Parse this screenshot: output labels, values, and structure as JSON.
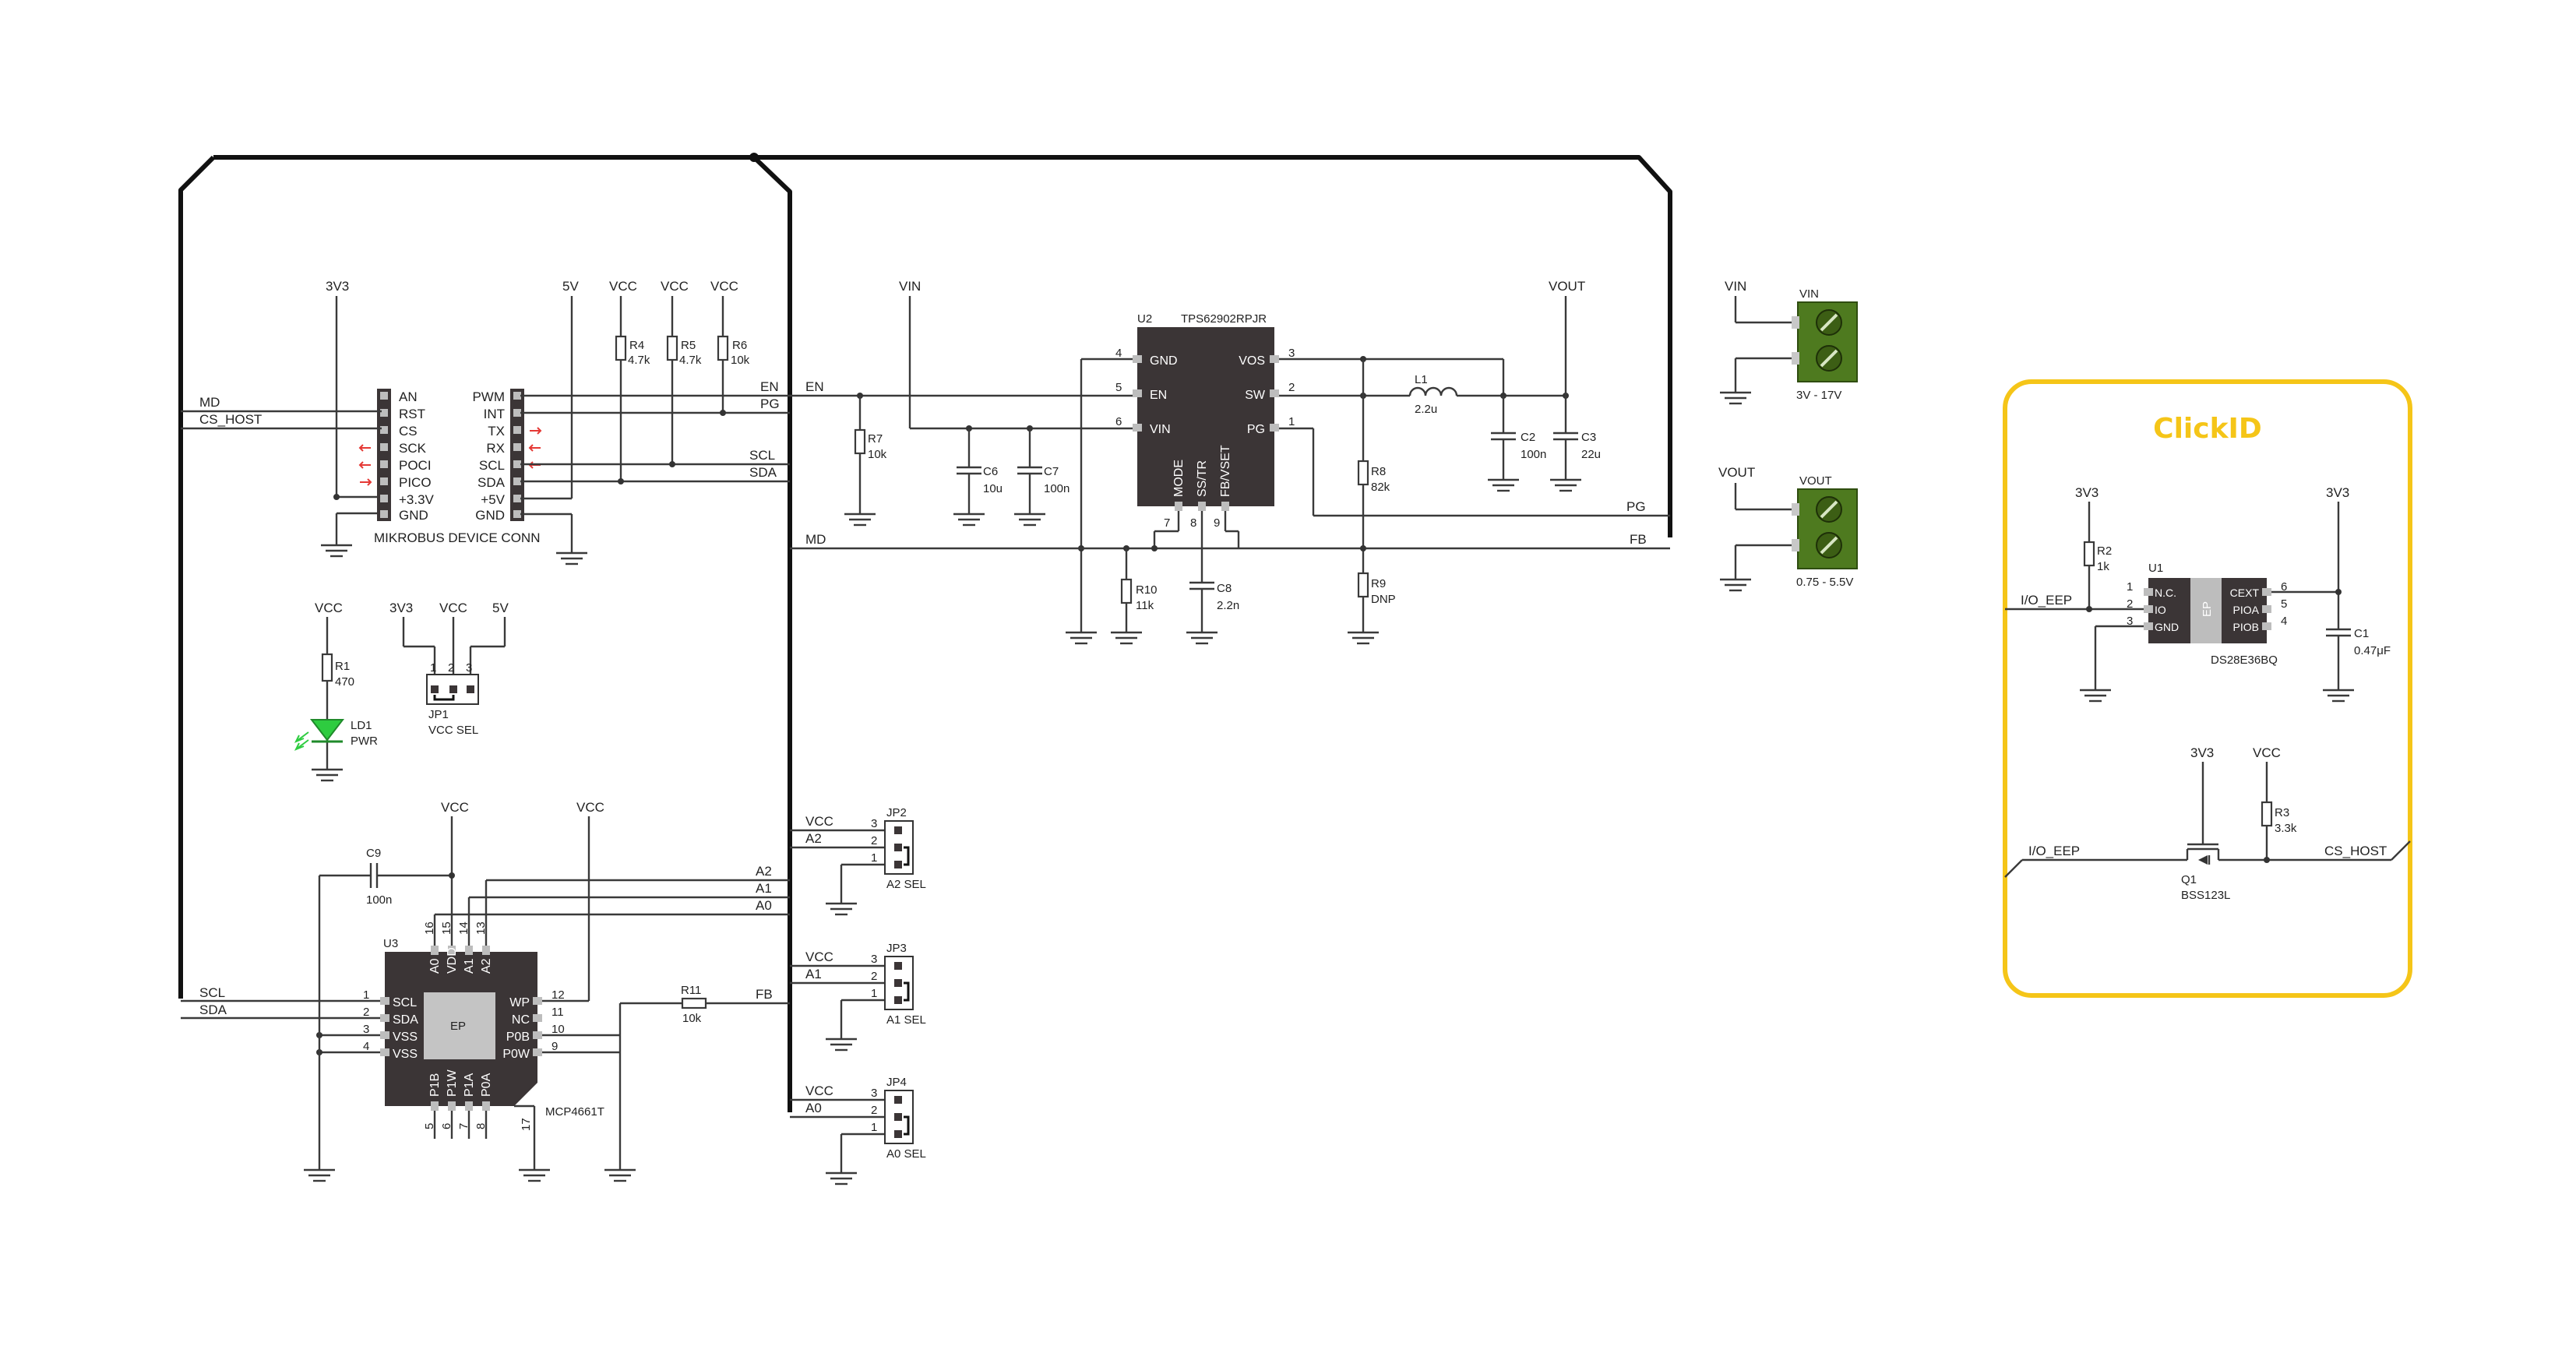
{
  "rails": {
    "v3v3": "3V3",
    "v5": "5V",
    "vcc": "VCC",
    "vin": "VIN",
    "vout": "VOUT"
  },
  "mikrobus": {
    "name": "MIKROBUS DEVICE CONN",
    "left_pins": [
      "AN",
      "RST",
      "CS",
      "SCK",
      "POCI",
      "PICO",
      "+3.3V",
      "GND"
    ],
    "right_pins": [
      "PWM",
      "INT",
      "TX",
      "RX",
      "SCL",
      "SDA",
      "+5V",
      "GND"
    ],
    "nets_left": [
      "MD",
      "CS_HOST"
    ],
    "nets_right": [
      "EN",
      "PG",
      "SCL",
      "SDA"
    ]
  },
  "pullups": [
    {
      "ref": "R4",
      "value": "4.7k"
    },
    {
      "ref": "R5",
      "value": "4.7k"
    },
    {
      "ref": "R6",
      "value": "10k"
    }
  ],
  "led": {
    "r_ref": "R1",
    "r_value": "470",
    "ref": "LD1",
    "label": "PWR",
    "color": "#2ecc40"
  },
  "jp1": {
    "ref": "JP1",
    "label": "VCC SEL",
    "pins": [
      "1",
      "2",
      "3"
    ]
  },
  "regulator": {
    "ref": "U2",
    "part": "TPS62902RPJR",
    "left_pins": [
      {
        "num": "4",
        "name": "GND"
      },
      {
        "num": "5",
        "name": "EN"
      },
      {
        "num": "6",
        "name": "VIN"
      }
    ],
    "right_pins": [
      {
        "num": "3",
        "name": "VOS"
      },
      {
        "num": "2",
        "name": "SW"
      },
      {
        "num": "1",
        "name": "PG"
      }
    ],
    "bottom_pins": [
      {
        "num": "7",
        "name": "MODE"
      },
      {
        "num": "8",
        "name": "SS/TR"
      },
      {
        "num": "9",
        "name": "FB/VSET"
      }
    ]
  },
  "reg_parts": {
    "r7": {
      "ref": "R7",
      "value": "10k"
    },
    "c6": {
      "ref": "C6",
      "value": "10u"
    },
    "c7": {
      "ref": "C7",
      "value": "100n"
    },
    "r10": {
      "ref": "R10",
      "value": "11k"
    },
    "c8": {
      "ref": "C8",
      "value": "2.2n"
    },
    "l1": {
      "ref": "L1",
      "value": "2.2u"
    },
    "r8": {
      "ref": "R8",
      "value": "82k"
    },
    "r9": {
      "ref": "R9",
      "value": "DNP"
    },
    "c2": {
      "ref": "C2",
      "value": "100n"
    },
    "c3": {
      "ref": "C3",
      "value": "22u"
    }
  },
  "reg_nets": {
    "en": "EN",
    "md": "MD",
    "pg": "PG",
    "fb": "FB"
  },
  "terminals": [
    {
      "net": "VIN",
      "label": "VIN",
      "range": "3V - 17V"
    },
    {
      "net": "VOUT",
      "label": "VOUT",
      "range": "0.75 - 5.5V"
    }
  ],
  "pot": {
    "ref": "U3",
    "part": "MCP4661T",
    "ep": "EP",
    "c9_ref": "C9",
    "c9_value": "100n",
    "left_pins": [
      {
        "num": "1",
        "name": "SCL"
      },
      {
        "num": "2",
        "name": "SDA"
      },
      {
        "num": "3",
        "name": "VSS"
      },
      {
        "num": "4",
        "name": "VSS"
      }
    ],
    "right_pins": [
      {
        "num": "12",
        "name": "WP"
      },
      {
        "num": "11",
        "name": "NC"
      },
      {
        "num": "10",
        "name": "P0B"
      },
      {
        "num": "9",
        "name": "P0W"
      }
    ],
    "top_pins": [
      {
        "num": "16",
        "name": "A0"
      },
      {
        "num": "15",
        "name": "VDD"
      },
      {
        "num": "14",
        "name": "A1"
      },
      {
        "num": "13",
        "name": "A2"
      }
    ],
    "bottom_pins": [
      {
        "num": "5",
        "name": "P1B"
      },
      {
        "num": "6",
        "name": "P1W"
      },
      {
        "num": "7",
        "name": "P1A"
      },
      {
        "num": "8",
        "name": "P0A"
      }
    ],
    "pin17": "17",
    "r11_ref": "R11",
    "r11_value": "10k",
    "nets": {
      "scl": "SCL",
      "sda": "SDA",
      "a2": "A2",
      "a1": "A1",
      "a0": "A0",
      "fb": "FB"
    }
  },
  "addr_jumpers": [
    {
      "ref": "JP2",
      "net": "A2",
      "label": "A2 SEL"
    },
    {
      "ref": "JP3",
      "net": "A1",
      "label": "A1 SEL"
    },
    {
      "ref": "JP4",
      "net": "A0",
      "label": "A0 SEL"
    }
  ],
  "clickid": {
    "title": "ClickID",
    "accent": "#f5c518",
    "u1_ref": "U1",
    "u1_part": "DS28E36BQ",
    "ep": "EP",
    "u1_left": [
      {
        "num": "1",
        "name": "N.C."
      },
      {
        "num": "2",
        "name": "IO"
      },
      {
        "num": "3",
        "name": "GND"
      }
    ],
    "u1_right": [
      {
        "num": "6",
        "name": "CEXT"
      },
      {
        "num": "5",
        "name": "PIOA"
      },
      {
        "num": "4",
        "name": "PIOB"
      }
    ],
    "r2_ref": "R2",
    "r2_value": "1k",
    "c1_ref": "C1",
    "c1_value": "0.47μF",
    "q1_ref": "Q1",
    "q1_part": "BSS123L",
    "r3_ref": "R3",
    "r3_value": "3.3k",
    "net_io": "I/O_EEP",
    "net_cs": "CS_HOST"
  }
}
